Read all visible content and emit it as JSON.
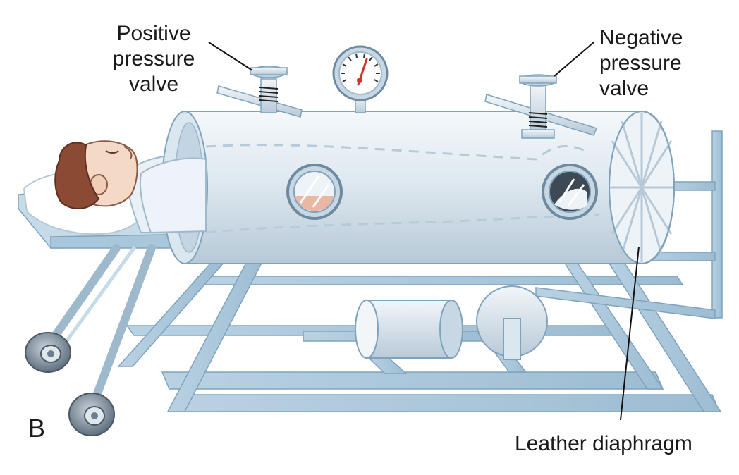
{
  "panel_letter": "B",
  "labels": {
    "positive_valve": "Positive\npressure\nvalve",
    "negative_valve": "Negative\npressure\nvalve",
    "diaphragm": "Leather diaphragm"
  },
  "colors": {
    "frame": "#a9c6db",
    "frame_dark": "#7fa3bd",
    "tank": "#dde8ef",
    "tank_shadow": "#b9cbd8",
    "skin": "#f3d9c6",
    "hair": "#8a4a33",
    "wheel": "#6d7f8f",
    "gauge_needle": "#d0342c",
    "window_water": "#e8b8a4"
  }
}
